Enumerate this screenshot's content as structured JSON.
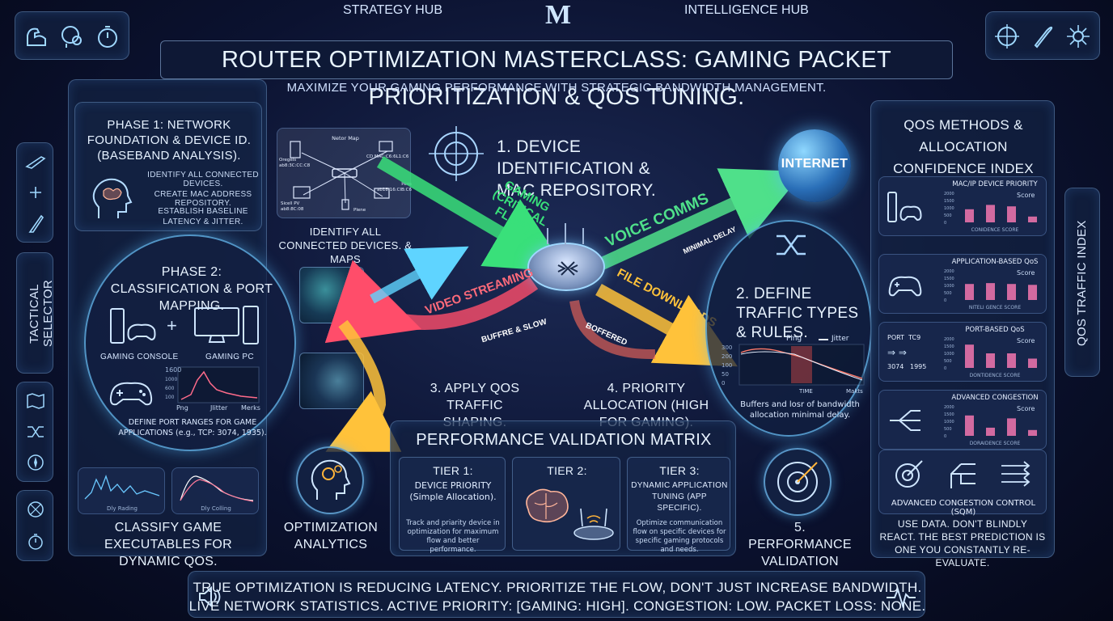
{
  "header": {
    "tab_left": "STRATEGY HUB",
    "tab_right": "INTELLIGENCE HUB",
    "logo_letter": "M",
    "title": "ROUTER OPTIMIZATION MASTERCLASS: GAMING PACKET PRIORITIZATION & QOS TUNING.",
    "subtitle": "MAXIMIZE YOUR GAMING PERFORMANCE WITH STRATEGIC BANDWIDTH MANAGEMENT."
  },
  "left_rail": {
    "label": "TACTICAL SELECTOR"
  },
  "right_rail": {
    "label": "QoS TRAFFIC INDEX"
  },
  "phase1": {
    "title": "PHASE 1: NETWORK FOUNDATION & DEVICE ID. (BASEBAND ANALYSIS).",
    "items": [
      "IDENTIFY ALL CONNECTED DEVICES.",
      "CREATE MAC ADDRESS REPOSITORY.",
      "ESTABLISH BASELINE LATENCY & JITTER."
    ]
  },
  "phase2": {
    "title": "PHASE 2: CLASSIFICATION & PORT MAPPING.",
    "console_label": "GAMING CONSOLE",
    "pc_label": "GAMING PC",
    "plus": "+",
    "chart_axis": [
      "1600",
      "1000",
      "600",
      "100"
    ],
    "chart_labels": [
      "Png",
      "Jlitter",
      "Merks"
    ],
    "footer": "DEFINE PORT RANGES FOR GAME APPLICATIONS (e.g., TCP: 3074, 1935)."
  },
  "classify": {
    "caption_left": "Dly Rading",
    "caption_right": "Dly Colling",
    "footer": "CLASSIFY GAME EXECUTABLES FOR DYNAMIC QoS."
  },
  "netmap": {
    "center": "Netor Map",
    "nodes": [
      "Oregels ab8:3C:CC:C8",
      "CD MAC:C6:6L1:C6",
      "Peos ab18:16:CIB:C6",
      "Sicell PV ab8:8C:08",
      "Plene"
    ],
    "caption": "IDENTIFY ALL CONNECTED DEVICES. & MAPS"
  },
  "step1": {
    "title": "1. DEVICE IDENTIFICATION & MAC REPOSITORY."
  },
  "flows": {
    "gaming": "GAMING (CRITICAL FLOW)",
    "voice": "VOICE COMMS",
    "minimal_delay": "MINIMAL DELAY",
    "video": "VIDEO STREAMING",
    "downloads": "FILE DOWNLOADS",
    "buffered_slow": "BUFFRE & SLOW",
    "buffered": "BOFFERED",
    "internet": "INTERNET"
  },
  "step2": {
    "title": "2. DEFINE TRAFFIC TYPES & RULES.",
    "legend_ping": "Ping",
    "legend_jitter": "Jitter",
    "axis": [
      "300",
      "200",
      "100",
      "50",
      "0"
    ],
    "xlabel_time": "TIME",
    "xlabel_marks": "Makts",
    "note": "Buffers and losr of bandwidth allocation minimal delay."
  },
  "step3": {
    "title": "3. APPLY QOS TRAFFIC SHAPING."
  },
  "step4": {
    "title": "4. PRIORITY ALLOCATION (HIGH FOR GAMING)."
  },
  "step5": {
    "title": "5. PERFORMANCE VALIDATION"
  },
  "analytics": {
    "title": "OPTIMIZATION ANALYTICS"
  },
  "matrix": {
    "title": "PERFORMANCE VALIDATION MATRIX",
    "tier1_title": "TIER 1:",
    "tier1_sub": "DEVICE PRIORITY (Simple Allocation).",
    "tier1_desc": "Track and priarity device in optimization for maximum flow and better performance.",
    "tier2_title": "TIER 2:",
    "tier3_title": "TIER 3:",
    "tier3_sub": "DYNAMIC APPLICATION TUNING (App Specific).",
    "tier3_desc": "Optimize communication flow on specific devices for specific gaming protocols and needs."
  },
  "qos": {
    "title": "QoS METHODS & ALLOCATION CONFIDENCE INDEX",
    "cards": [
      {
        "name": "MAC/IP DEVICE PRIORITY",
        "score_label": "Score",
        "axis": [
          "2000",
          "1500",
          "1000",
          "500",
          "0"
        ],
        "values": [
          0.45,
          0.6,
          0.55,
          0.2
        ],
        "footer": "CONIDENCE SCORE"
      },
      {
        "name": "APPLICATION-BASED QoS",
        "score_label": "Score",
        "axis": [
          "2000",
          "1500",
          "1000",
          "500",
          "0"
        ],
        "values": [
          0.55,
          0.58,
          0.55,
          0.52
        ],
        "footer": "NITELI GENCE SCORE"
      },
      {
        "name": "PORT-BASED QoS",
        "score_label": "Score",
        "axis": [
          "2000",
          "1500",
          "1000",
          "500",
          "0"
        ],
        "values": [
          0.8,
          0.5,
          0.5,
          0.32
        ],
        "footer": "DONTIDENCE SCORE",
        "ports": "PORT  TC9",
        "port_nums": "3074   1995"
      },
      {
        "name": "ADVANCED CONGESTION",
        "score_label": "Score",
        "axis": [
          "2000",
          "1500",
          "1000",
          "500",
          "0"
        ],
        "values": [
          0.7,
          0.28,
          0.6,
          0.2
        ],
        "footer": "DORAIDENCE SCORE"
      }
    ],
    "sqm_title": "ADVANCED CONGESTION CONTROL (SQM)",
    "advice": "USE DATA. DON'T BLINDLY REACT. THE BEST PREDICTION IS ONE YOU CONSTANTLY RE-EVALUATE."
  },
  "footer": {
    "line1": "TRUE OPTIMIZATION IS REDUCING LATENCY. PRIORITIZE THE FLOW, DON'T JUST INCREASE BANDWIDTH.",
    "line2": "LIVE NETWORK STATISTICS. ACTIVE PRIORITY: [GAMING: HIGH]. CONGESTION: LOW. PACKET LOSS: NONE."
  },
  "colors": {
    "gaming": "#39e07a",
    "voice": "#4fe08a",
    "video": "#ff4d6a",
    "downloads": "#ffc23a",
    "analytics": "#ffc23a",
    "qos_bar": "#d26aa0",
    "cyan": "#5fd4ff"
  },
  "icons": {
    "top_left": [
      "strength-arm-icon",
      "brain-gears-icon",
      "stopwatch-icon"
    ],
    "top_right": [
      "crosshair-icon",
      "bullet-icon",
      "burst-icon"
    ],
    "footer_left": "speaker-icon",
    "footer_right": "heartbeat-icon"
  }
}
